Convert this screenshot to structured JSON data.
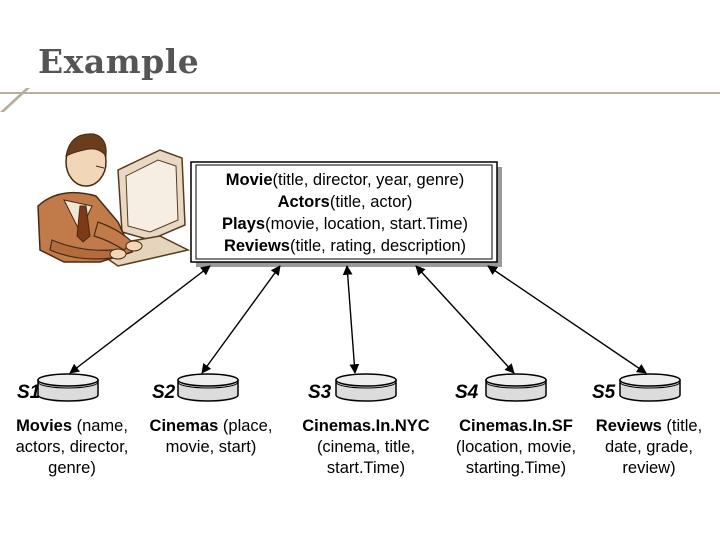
{
  "slide": {
    "title": "Example"
  },
  "mediated_schema": [
    {
      "rel": "Movie",
      "attrs": "(title, director, year, genre)"
    },
    {
      "rel": "Actors",
      "attrs": "(title, actor)"
    },
    {
      "rel": "Plays",
      "attrs": "(movie, location, start.Time)"
    },
    {
      "rel": "Reviews",
      "attrs": "(title, rating, description)"
    }
  ],
  "sources": [
    {
      "label": "S1",
      "rel": "Movies",
      "first": " (name,",
      "rest": [
        "actors, director,",
        "genre)"
      ]
    },
    {
      "label": "S2",
      "rel": "Cinemas",
      "first": " (place,",
      "rest": [
        "movie, start)"
      ]
    },
    {
      "label": "S3",
      "rel": "Cinemas.In.NYC",
      "first": "",
      "rest": [
        "(cinema, title,",
        "start.Time)"
      ]
    },
    {
      "label": "S4",
      "rel": "Cinemas.In.SF",
      "first": "",
      "rest": [
        "(location, movie,",
        "starting.Time)"
      ]
    },
    {
      "label": "S5",
      "rel": "Reviews",
      "first": " (title,",
      "rest": [
        "date, grade,",
        "review)"
      ]
    }
  ],
  "colors": {
    "title": "#555555",
    "rule": "#b8ad98",
    "disk_fill": "#dcdcdc",
    "arrow": "#000000"
  },
  "icons": {
    "person": "person-at-computer-icon",
    "database": "database-disk-icon"
  }
}
